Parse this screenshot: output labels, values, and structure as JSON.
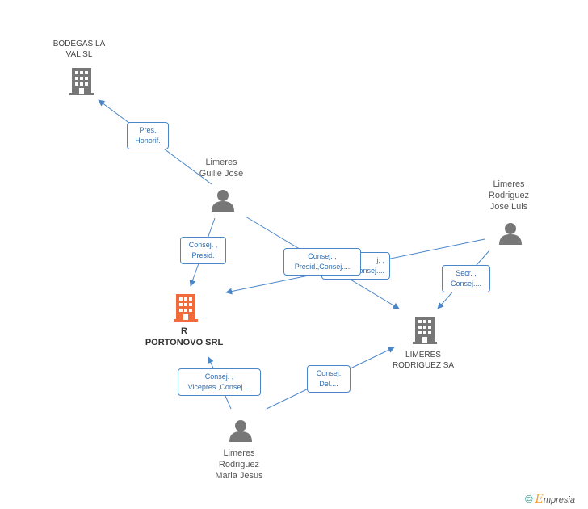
{
  "nodes": {
    "bodegas": {
      "label_lines": [
        "BODEGAS LA",
        "VAL SL"
      ]
    },
    "portonovo": {
      "label_lines": [
        "R",
        "PORTONOVO SRL"
      ]
    },
    "limeres_sa": {
      "label_lines": [
        "LIMERES",
        "RODRIGUEZ SA"
      ]
    },
    "guille": {
      "label_lines": [
        "Limeres",
        "Guille Jose"
      ]
    },
    "jose_luis": {
      "label_lines": [
        "Limeres",
        "Rodriguez",
        "Jose Luis"
      ]
    },
    "maria": {
      "label_lines": [
        "Limeres",
        "Rodriguez",
        "Maria Jesus"
      ]
    }
  },
  "edge_labels": {
    "pres_honorif": [
      "Pres.",
      "Honorif."
    ],
    "guille_portonovo": [
      "Consej. ,",
      "Presid."
    ],
    "back_box": [
      "j. ,",
      "onsej...."
    ],
    "front_box": [
      "Consej. ,",
      "Presid.,Consej...."
    ],
    "secr_consej": [
      "Secr. ,",
      "Consej...."
    ],
    "maria_portonovo": [
      "Consej. ,",
      "Vicepres.,Consej...."
    ],
    "maria_sa": [
      "Consej.",
      "Del...."
    ]
  },
  "footer": {
    "copyright": "©",
    "brand_initial": "E",
    "brand_rest": "mpresia"
  },
  "colors": {
    "edge": "#4a86c8",
    "company_icon": "#777777",
    "focus_icon": "#f26b3a",
    "person_icon": "#777777"
  }
}
